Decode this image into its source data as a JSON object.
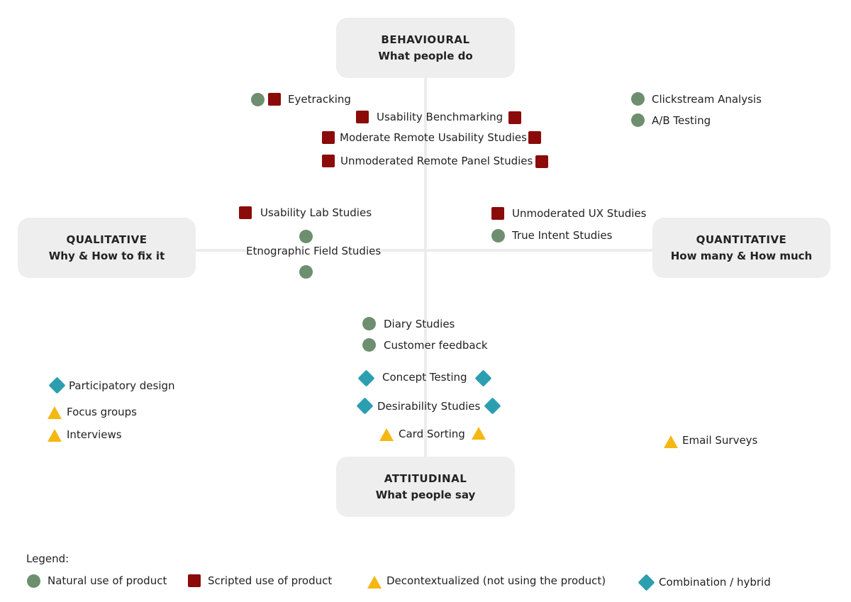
{
  "colors": {
    "natural": "#6e8f6f",
    "scripted": "#8b0a0a",
    "decontextualized": "#f5b712",
    "hybrid": "#2b9fb0",
    "axis": "#ececec",
    "box": "#eeeeee"
  },
  "quadrant_boxes": {
    "behavioural": {
      "title": "BEHAVIOURAL",
      "subtitle": "What people do"
    },
    "attitudinal": {
      "title": "ATTITUDINAL",
      "subtitle": "What people say"
    },
    "qualitative": {
      "title": "QUALITATIVE",
      "subtitle": "Why & How to fix it"
    },
    "quantitative": {
      "title": "QUANTITATIVE",
      "subtitle": "How many & How much"
    }
  },
  "methods": {
    "eyetracking": "Eyetracking",
    "usability_benchmarking": "Usability Benchmarking",
    "moderate_remote": "Moderate Remote Usability Studies",
    "unmoderated_remote_panel": "Unmoderated Remote Panel Studies",
    "clickstream": "Clickstream Analysis",
    "ab_testing": "A/B Testing",
    "usability_lab": "Usability Lab Studies",
    "etnographic": "Etnographic Field Studies",
    "unmoderated_ux": "Unmoderated UX Studies",
    "true_intent": "True Intent Studies",
    "diary": "Diary Studies",
    "customer_feedback": "Customer feedback",
    "concept_testing": "Concept Testing",
    "desirability": "Desirability Studies",
    "card_sorting": "Card Sorting",
    "participatory": "Participatory design",
    "focus_groups": "Focus groups",
    "interviews": "Interviews",
    "email_surveys": "Email Surveys"
  },
  "legend": {
    "title": "Legend:",
    "natural": "Natural use of product",
    "scripted": "Scripted use of product",
    "decontextualized": "Decontextualized (not using the product)",
    "hybrid": "Combination / hybrid"
  }
}
